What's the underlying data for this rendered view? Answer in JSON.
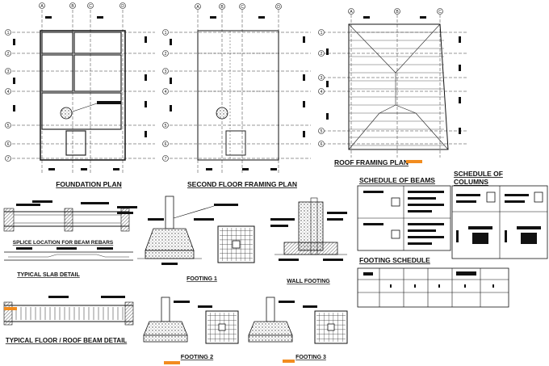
{
  "plans": {
    "foundation": "FOUNDATION PLAN",
    "second_floor": "SECOND FLOOR FRAMING PLAN",
    "roof": "ROOF FRAMING PLAN"
  },
  "details": {
    "splice": "SPLICE LOCATION FOR BEAM REBARS",
    "slab": "TYPICAL SLAB DETAIL",
    "footing1": "FOOTING 1",
    "wall_footing": "WALL FOOTING",
    "beam": "TYPICAL FLOOR / ROOF BEAM DETAIL",
    "footing2": "FOOTING 2",
    "footing3": "FOOTING 3"
  },
  "schedules": {
    "beams": "SCHEDULE OF BEAMS",
    "columns_line1": "SCHEDULE OF",
    "columns_line2": "COLUMNS",
    "footing": "FOOTING SCHEDULE"
  },
  "grid_letters": [
    "A",
    "B",
    "C",
    "D"
  ],
  "grid_numbers": [
    "1",
    "2",
    "3",
    "4",
    "5",
    "6",
    "7"
  ],
  "colors": {
    "ink": "#111111",
    "accent": "#f28c1f",
    "hatch": "#6b6b6b"
  }
}
